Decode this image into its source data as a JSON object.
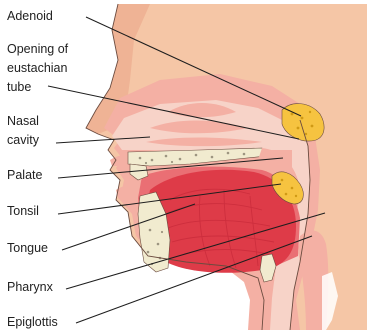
{
  "labels": {
    "adenoid": [
      "Adenoid"
    ],
    "eustachian": [
      "Opening of",
      "eustachian",
      "tube"
    ],
    "nasal": [
      "Nasal",
      "cavity"
    ],
    "palate": [
      "Palate"
    ],
    "tonsil": [
      "Tonsil"
    ],
    "tongue": [
      "Tongue"
    ],
    "pharynx": [
      "Pharynx"
    ],
    "epiglottis": [
      "Epiglottis"
    ]
  },
  "colors": {
    "skin": "#f5c6a6",
    "skin_dark": "#e9a487",
    "tissue": "#f4b0a4",
    "cavity": "#f7d3c8",
    "tongue": "#de3b48",
    "tongue_dark": "#c82a3a",
    "mouth": "#ea6f74",
    "bone": "#f1ebcf",
    "bone_dot": "#9c9580",
    "adenoid": "#f6c340",
    "adenoid_dot": "#d09a15",
    "outline": "#6b4b3f",
    "leader": "#1e1e1e",
    "text": "#222222"
  }
}
